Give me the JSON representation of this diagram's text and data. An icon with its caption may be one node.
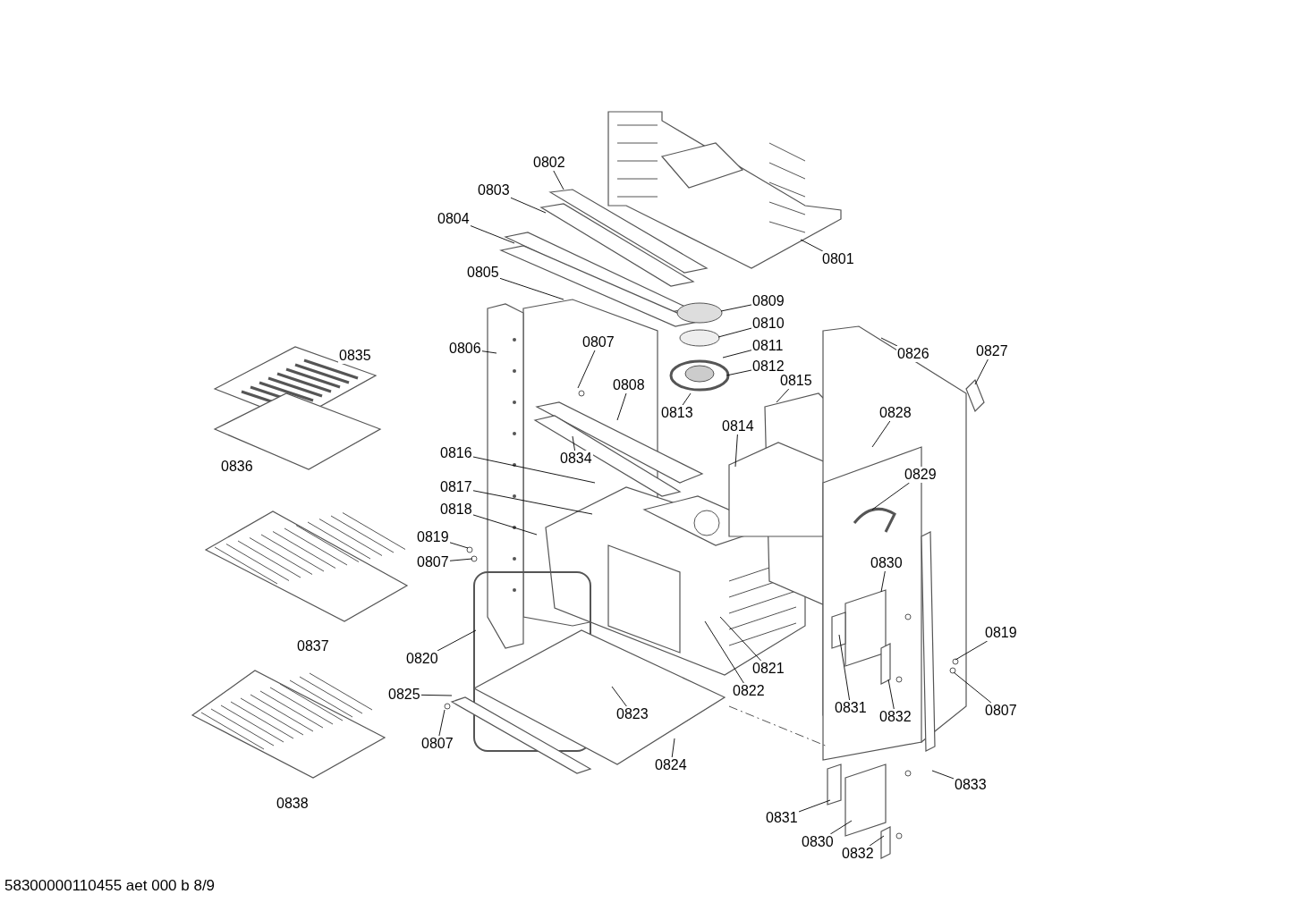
{
  "diagram": {
    "caption": "58300000110455 aet 000 b 8/9",
    "nodes": [
      {
        "text": [
          "0801"
        ]
      },
      {
        "text": [
          "0802"
        ]
      },
      {
        "text": [
          "0803"
        ]
      },
      {
        "text": [
          "0804"
        ]
      },
      {
        "text": [
          "0805"
        ]
      },
      {
        "text": [
          "0806"
        ]
      },
      {
        "text": [
          "0807"
        ]
      },
      {
        "text": [
          "0808"
        ]
      },
      {
        "text": [
          "0809"
        ]
      },
      {
        "text": [
          "0810"
        ]
      },
      {
        "text": [
          "0811"
        ]
      },
      {
        "text": [
          "0812"
        ]
      },
      {
        "text": [
          "0813"
        ]
      },
      {
        "text": [
          "0814"
        ]
      },
      {
        "text": [
          "0815"
        ]
      },
      {
        "text": [
          "0816"
        ]
      },
      {
        "text": [
          "0817"
        ]
      },
      {
        "text": [
          "0818"
        ]
      },
      {
        "text": [
          "0819"
        ]
      },
      {
        "text": [
          "0807"
        ]
      },
      {
        "text": [
          "0820"
        ]
      },
      {
        "text": [
          "0821"
        ]
      },
      {
        "text": [
          "0822"
        ]
      },
      {
        "text": [
          "0823"
        ]
      },
      {
        "text": [
          "0824"
        ]
      },
      {
        "text": [
          "0825"
        ]
      },
      {
        "text": [
          "0807"
        ]
      },
      {
        "text": [
          "0826"
        ]
      },
      {
        "text": [
          "0827"
        ]
      },
      {
        "text": [
          "0828"
        ]
      },
      {
        "text": [
          "0829"
        ]
      },
      {
        "text": [
          "0830"
        ]
      },
      {
        "text": [
          "0819"
        ]
      },
      {
        "text": [
          "0807"
        ]
      },
      {
        "text": [
          "0831"
        ]
      },
      {
        "text": [
          "0832"
        ]
      },
      {
        "text": [
          "0833"
        ]
      },
      {
        "text": [
          "0831"
        ]
      },
      {
        "text": [
          "0830"
        ]
      },
      {
        "text": [
          "0832"
        ]
      },
      {
        "text": [
          "0834"
        ]
      },
      {
        "text": [
          "0835"
        ]
      },
      {
        "text": [
          "0836"
        ]
      },
      {
        "text": [
          "0837"
        ]
      },
      {
        "text": [
          "0838"
        ]
      }
    ],
    "edges": [
      {
        "from": 0,
        "to": null,
        "arrow": "none"
      },
      {
        "from": 1,
        "to": null,
        "arrow": "none"
      },
      {
        "from": 2,
        "to": null,
        "arrow": "none"
      },
      {
        "from": 3,
        "to": null,
        "arrow": "none"
      },
      {
        "from": 4,
        "to": null,
        "arrow": "none"
      },
      {
        "from": 5,
        "to": null,
        "arrow": "none"
      },
      {
        "from": 6,
        "to": null,
        "arrow": "none"
      },
      {
        "from": 7,
        "to": null,
        "arrow": "none"
      },
      {
        "from": 8,
        "to": null,
        "arrow": "none"
      },
      {
        "from": 9,
        "to": null,
        "arrow": "none"
      },
      {
        "from": 10,
        "to": null,
        "arrow": "none"
      },
      {
        "from": 11,
        "to": null,
        "arrow": "none"
      },
      {
        "from": 12,
        "to": null,
        "arrow": "none"
      },
      {
        "from": 13,
        "to": null,
        "arrow": "none"
      },
      {
        "from": 14,
        "to": null,
        "arrow": "none"
      },
      {
        "from": 15,
        "to": null,
        "arrow": "none"
      },
      {
        "from": 16,
        "to": null,
        "arrow": "none"
      },
      {
        "from": 17,
        "to": null,
        "arrow": "none"
      },
      {
        "from": 18,
        "to": null,
        "arrow": "none"
      },
      {
        "from": 19,
        "to": null,
        "arrow": "none"
      },
      {
        "from": 20,
        "to": null,
        "arrow": "none"
      },
      {
        "from": 21,
        "to": null,
        "arrow": "none"
      },
      {
        "from": 22,
        "to": null,
        "arrow": "none"
      },
      {
        "from": 23,
        "to": null,
        "arrow": "none"
      },
      {
        "from": 24,
        "to": null,
        "arrow": "none"
      },
      {
        "from": 25,
        "to": null,
        "arrow": "none"
      },
      {
        "from": 26,
        "to": null,
        "arrow": "none"
      },
      {
        "from": 27,
        "to": null,
        "arrow": "none"
      },
      {
        "from": 28,
        "to": null,
        "arrow": "none"
      },
      {
        "from": 29,
        "to": null,
        "arrow": "none"
      },
      {
        "from": 30,
        "to": null,
        "arrow": "none"
      },
      {
        "from": 31,
        "to": null,
        "arrow": "none"
      },
      {
        "from": 32,
        "to": null,
        "arrow": "none"
      },
      {
        "from": 33,
        "to": null,
        "arrow": "none"
      },
      {
        "from": 34,
        "to": null,
        "arrow": "none"
      },
      {
        "from": 35,
        "to": null,
        "arrow": "none"
      },
      {
        "from": 36,
        "to": null,
        "arrow": "none"
      },
      {
        "from": 37,
        "to": null,
        "arrow": "none"
      },
      {
        "from": 38,
        "to": null,
        "arrow": "none"
      },
      {
        "from": 39,
        "to": null,
        "arrow": "none"
      },
      {
        "from": 40,
        "to": null,
        "arrow": "none"
      }
    ]
  }
}
